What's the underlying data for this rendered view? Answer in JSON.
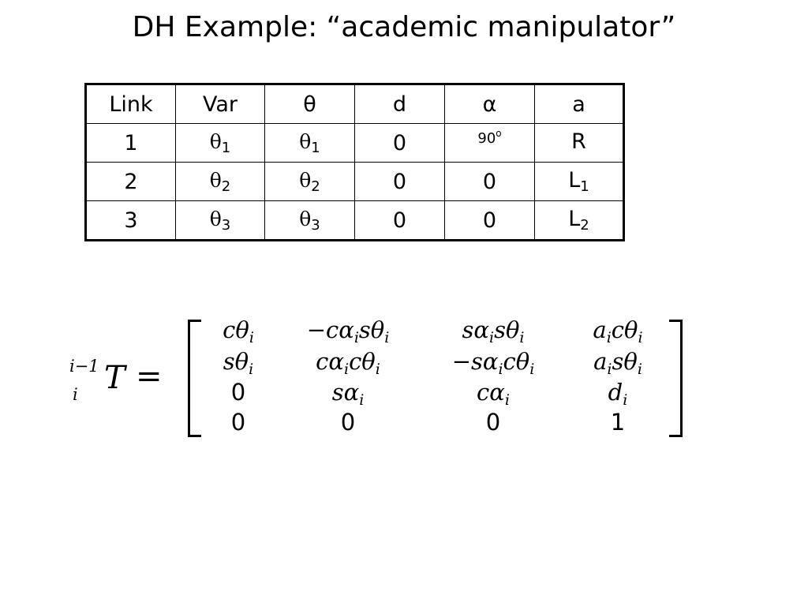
{
  "title": "DH Example: “academic manipulator”",
  "table": {
    "headers": [
      "Link",
      "Var",
      "θ",
      "d",
      "α",
      "a"
    ],
    "rows": [
      {
        "link": "1",
        "var": "θ",
        "var_sub": "1",
        "theta": "θ",
        "theta_sub": "1",
        "d": "0",
        "alpha": "90",
        "alpha_sup": "o",
        "a": "R",
        "a_sub": ""
      },
      {
        "link": "2",
        "var": "θ",
        "var_sub": "2",
        "theta": "θ",
        "theta_sub": "2",
        "d": "0",
        "alpha": "0",
        "alpha_sup": "",
        "a": "L",
        "a_sub": "1"
      },
      {
        "link": "3",
        "var": "θ",
        "var_sub": "3",
        "theta": "θ",
        "theta_sub": "3",
        "d": "0",
        "alpha": "0",
        "alpha_sup": "",
        "a": "L",
        "a_sub": "2"
      }
    ]
  },
  "equation": {
    "lhs_pre_sup": "i−1",
    "lhs_pre_sub": "i",
    "lhs_symbol": "T",
    "equals": "=",
    "matrix": [
      [
        {
          "b": "cθ",
          "s": "i"
        },
        {
          "b": "−cα",
          "s": "i",
          "b2": "sθ",
          "s2": "i"
        },
        {
          "b": "sα",
          "s": "i",
          "b2": "sθ",
          "s2": "i"
        },
        {
          "b": "a",
          "s": "i",
          "b2": "cθ",
          "s2": "i"
        }
      ],
      [
        {
          "b": "sθ",
          "s": "i"
        },
        {
          "b": "cα",
          "s": "i",
          "b2": "cθ",
          "s2": "i"
        },
        {
          "b": "−sα",
          "s": "i",
          "b2": "cθ",
          "s2": "i"
        },
        {
          "b": "a",
          "s": "i",
          "b2": "sθ",
          "s2": "i"
        }
      ],
      [
        {
          "b": "0",
          "num": true
        },
        {
          "b": "sα",
          "s": "i"
        },
        {
          "b": "cα",
          "s": "i"
        },
        {
          "b": "d",
          "s": "i"
        }
      ],
      [
        {
          "b": "0",
          "num": true
        },
        {
          "b": "0",
          "num": true
        },
        {
          "b": "0",
          "num": true
        },
        {
          "b": "1",
          "num": true
        }
      ]
    ]
  }
}
